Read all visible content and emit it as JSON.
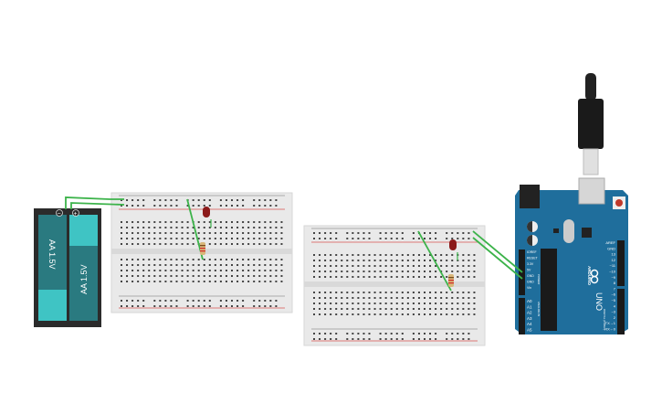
{
  "workspace": {
    "type": "circuit-canvas"
  },
  "battery": {
    "cells": [
      {
        "label": "AA 1.5V"
      },
      {
        "label": "AA 1.5V"
      }
    ],
    "minus": "−",
    "plus": "+",
    "color": "#3fc4c4",
    "dark": "#2a7a80"
  },
  "breadboards": [
    {
      "id": "breadboard-1"
    },
    {
      "id": "breadboard-2"
    }
  ],
  "leds": [
    {
      "color": "#8b1a1a"
    },
    {
      "color": "#8b1a1a"
    }
  ],
  "wire_color": "#3cb34a",
  "arduino": {
    "brand": "ARDUINO",
    "model": "UNO",
    "color": "#1f6e9c",
    "power_header": "POWER",
    "analog_header": "ANALOG IN",
    "digital_header": "DIGITAL (PWM~)",
    "power_pins": [
      "IOREF",
      "RESET",
      "3.3V",
      "5V",
      "GND",
      "GND",
      "Vin"
    ],
    "analog_pins": [
      "A0",
      "A1",
      "A2",
      "A3",
      "A4",
      "A5"
    ],
    "digital_pins": [
      "AREF",
      "GND",
      "13",
      "12",
      "~11",
      "~10",
      "~9",
      "8",
      "7",
      "~6",
      "~5",
      "4",
      "~3",
      "2",
      "TX→1",
      "RX←0"
    ]
  }
}
